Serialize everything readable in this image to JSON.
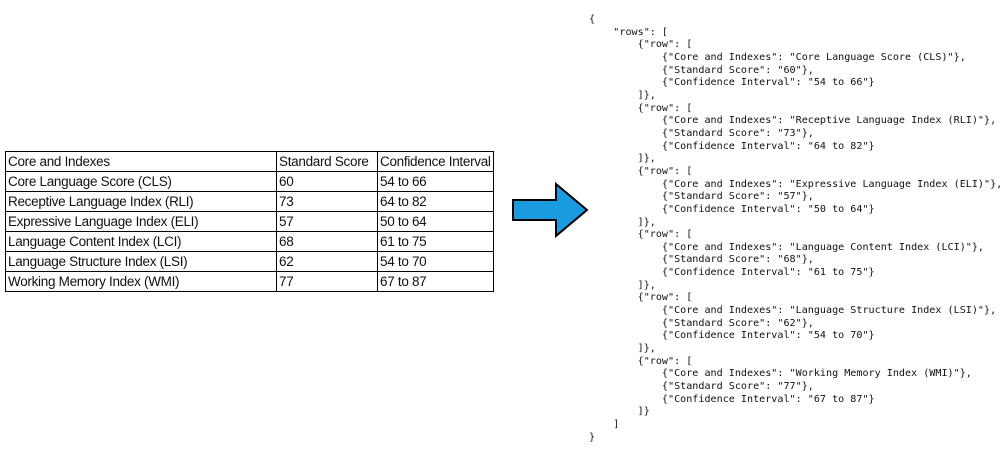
{
  "table": {
    "headers": [
      "Core and Indexes",
      "Standard Score",
      "Confidence Interval"
    ],
    "rows": [
      [
        "Core Language Score (CLS)",
        "60",
        "54 to 66"
      ],
      [
        "Receptive Language Index (RLI)",
        "73",
        "64 to 82"
      ],
      [
        "Expressive Language Index (ELI)",
        "57",
        "50 to 64"
      ],
      [
        "Language Content Index (LCI)",
        "68",
        "61 to 75"
      ],
      [
        "Language Structure Index (LSI)",
        "62",
        "54 to 70"
      ],
      [
        "Working Memory Index (WMI)",
        "77",
        "67 to 87"
      ]
    ]
  },
  "arrow": {
    "color": "#1a9be0",
    "icon": "arrow-right-icon"
  },
  "json_listing": {
    "root_key": "rows",
    "row_key": "row",
    "rows": [
      {
        "Core and Indexes": "Core Language Score (CLS)",
        "Standard Score": "60",
        "Confidence Interval": "54 to 66"
      },
      {
        "Core and Indexes": "Receptive Language Index (RLI)",
        "Standard Score": "73",
        "Confidence Interval": "64 to 82"
      },
      {
        "Core and Indexes": "Expressive Language Index (ELI)",
        "Standard Score": "57",
        "Confidence Interval": "50 to 64"
      },
      {
        "Core and Indexes": "Language Content Index (LCI)",
        "Standard Score": "68",
        "Confidence Interval": "61 to 75"
      },
      {
        "Core and Indexes": "Language Structure Index (LSI)",
        "Standard Score": "62",
        "Confidence Interval": "54 to 70"
      },
      {
        "Core and Indexes": "Working Memory Index (WMI)",
        "Standard Score": "77",
        "Confidence Interval": "67 to 87"
      }
    ]
  }
}
